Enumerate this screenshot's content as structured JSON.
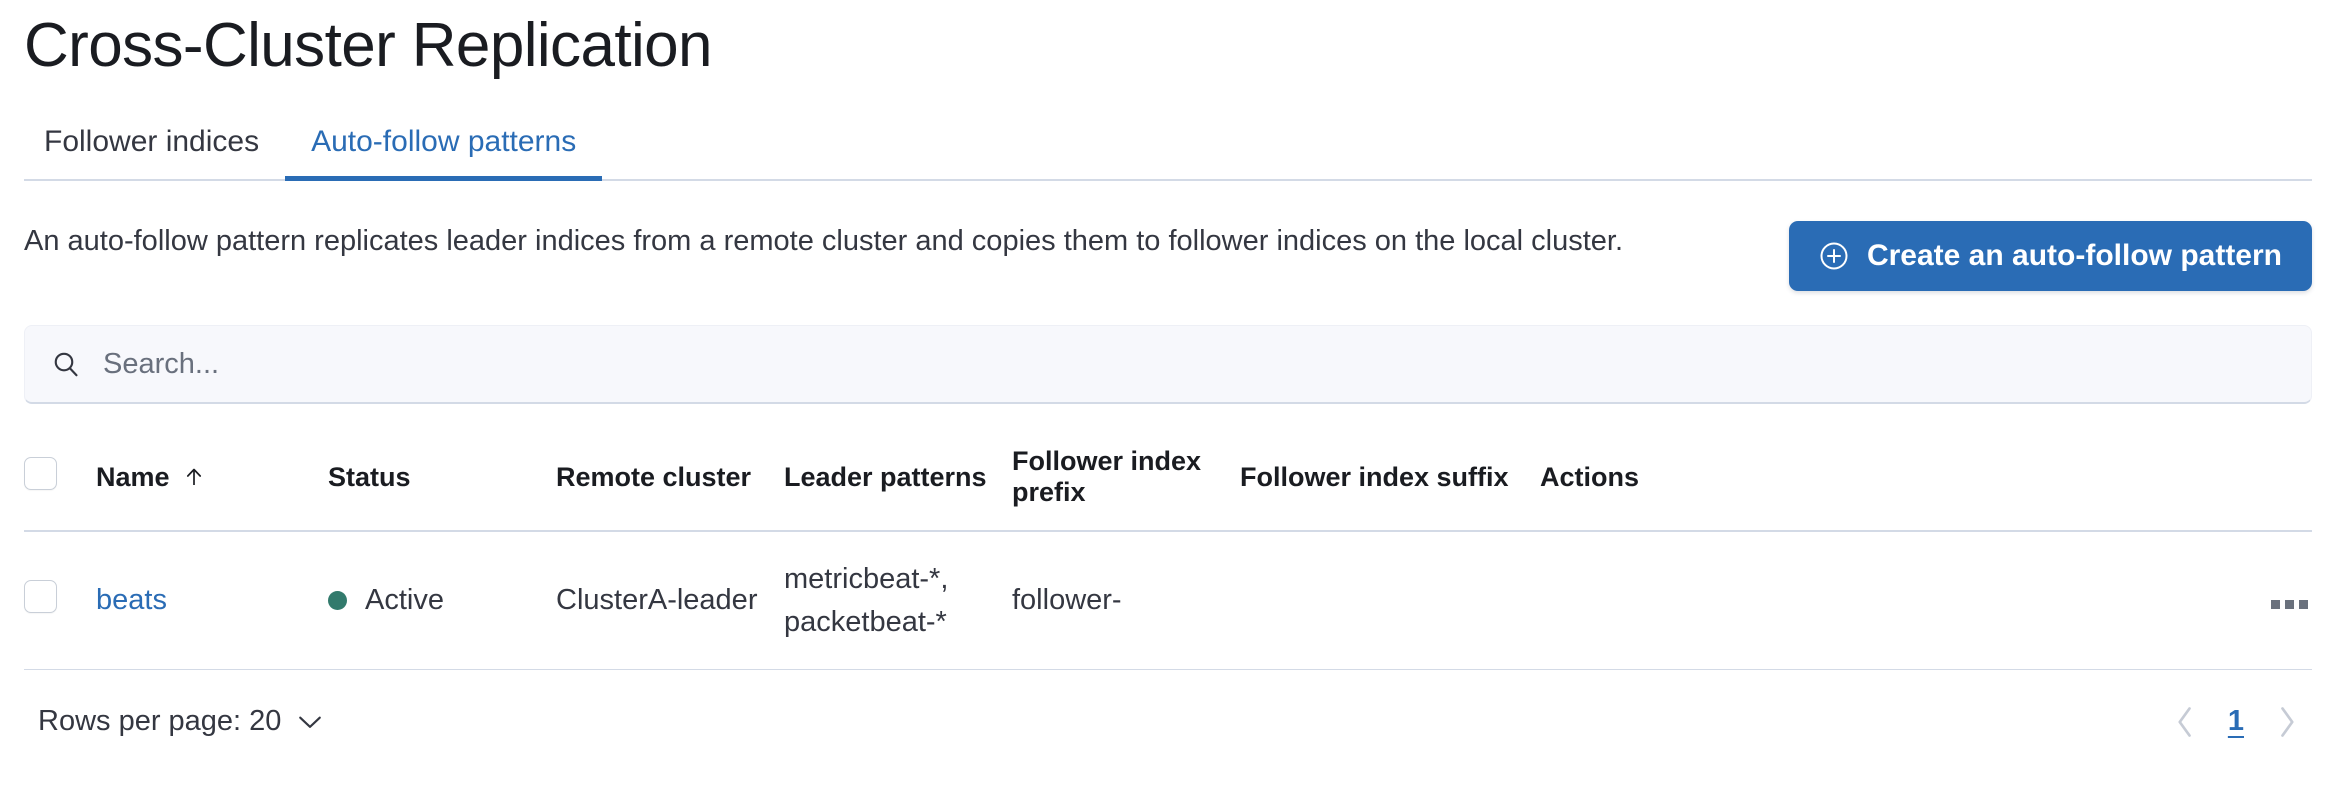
{
  "page": {
    "title": "Cross-Cluster Replication"
  },
  "tabs": [
    {
      "label": "Follower indices",
      "active": false
    },
    {
      "label": "Auto-follow patterns",
      "active": true
    }
  ],
  "intro": {
    "description": "An auto-follow pattern replicates leader indices from a remote cluster and copies them to follower indices on the local cluster.",
    "create_button_label": "Create an auto-follow pattern",
    "create_button_icon": "plus-in-circle-icon"
  },
  "search": {
    "placeholder": "Search...",
    "value": "",
    "icon": "search-icon"
  },
  "table": {
    "columns": [
      {
        "key": "name",
        "label": "Name",
        "sorted": "asc",
        "sort_icon": "arrow-up-icon"
      },
      {
        "key": "status",
        "label": "Status"
      },
      {
        "key": "remote_cluster",
        "label": "Remote cluster"
      },
      {
        "key": "leader_patterns",
        "label": "Leader patterns"
      },
      {
        "key": "follower_index_prefix",
        "label": "Follower index prefix"
      },
      {
        "key": "follower_index_suffix",
        "label": "Follower index suffix"
      },
      {
        "key": "actions",
        "label": "Actions"
      }
    ],
    "rows": [
      {
        "selected": false,
        "name": "beats",
        "status": "Active",
        "status_color": "#327a6c",
        "remote_cluster": "ClusterA-leader",
        "leader_patterns": "metricbeat-*,\npacketbeat-*",
        "leader_patterns_list": [
          "metricbeat-*,",
          "packetbeat-*"
        ],
        "follower_index_prefix": "follower-",
        "follower_index_suffix": "",
        "actions_icon": "more-horizontal-icon"
      }
    ]
  },
  "footer": {
    "rows_per_page_label": "Rows per page: 20",
    "rows_per_page_icon": "chevron-down-icon",
    "prev_icon": "chevron-left-icon",
    "next_icon": "chevron-right-icon",
    "current_page": "1"
  },
  "colors": {
    "primary": "#2a6cb5",
    "text": "#343741",
    "heading": "#1a1c21",
    "border": "#d3dae6",
    "status_active": "#327a6c",
    "search_bg": "#f7f8fc"
  }
}
